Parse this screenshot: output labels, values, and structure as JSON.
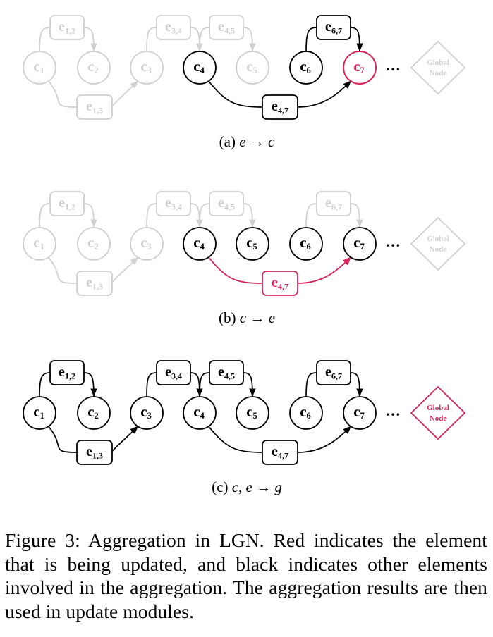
{
  "colors": {
    "active": "#000000",
    "inactive": "#d0d0d0",
    "highlight": "#d6245a"
  },
  "global_node": {
    "line1": "Global",
    "line2": "Node"
  },
  "ellipsis": "···",
  "panels": [
    {
      "label": "(a)",
      "math": "e → c",
      "nodes": [
        {
          "id": "c1",
          "base": "c",
          "sub": "1",
          "state": "inactive"
        },
        {
          "id": "c2",
          "base": "c",
          "sub": "2",
          "state": "inactive"
        },
        {
          "id": "c3",
          "base": "c",
          "sub": "3",
          "state": "inactive"
        },
        {
          "id": "c4",
          "base": "c",
          "sub": "4",
          "state": "active"
        },
        {
          "id": "c5",
          "base": "c",
          "sub": "5",
          "state": "inactive"
        },
        {
          "id": "c6",
          "base": "c",
          "sub": "6",
          "state": "active"
        },
        {
          "id": "c7",
          "base": "c",
          "sub": "7",
          "state": "highlight"
        }
      ],
      "edges": [
        {
          "id": "e12",
          "base": "e",
          "sub": "1,2",
          "state": "inactive"
        },
        {
          "id": "e34",
          "base": "e",
          "sub": "3,4",
          "state": "inactive"
        },
        {
          "id": "e45",
          "base": "e",
          "sub": "4,5",
          "state": "inactive"
        },
        {
          "id": "e67",
          "base": "e",
          "sub": "6,7",
          "state": "active"
        },
        {
          "id": "e13",
          "base": "e",
          "sub": "1,3",
          "state": "inactive"
        },
        {
          "id": "e47",
          "base": "e",
          "sub": "4,7",
          "state": "active"
        }
      ],
      "global_state": "inactive"
    },
    {
      "label": "(b)",
      "math": "c → e",
      "nodes": [
        {
          "id": "c1",
          "base": "c",
          "sub": "1",
          "state": "inactive"
        },
        {
          "id": "c2",
          "base": "c",
          "sub": "2",
          "state": "inactive"
        },
        {
          "id": "c3",
          "base": "c",
          "sub": "3",
          "state": "inactive"
        },
        {
          "id": "c4",
          "base": "c",
          "sub": "4",
          "state": "active"
        },
        {
          "id": "c5",
          "base": "c",
          "sub": "5",
          "state": "active"
        },
        {
          "id": "c6",
          "base": "c",
          "sub": "6",
          "state": "active"
        },
        {
          "id": "c7",
          "base": "c",
          "sub": "7",
          "state": "active"
        }
      ],
      "edges": [
        {
          "id": "e12",
          "base": "e",
          "sub": "1,2",
          "state": "inactive"
        },
        {
          "id": "e34",
          "base": "e",
          "sub": "3,4",
          "state": "inactive"
        },
        {
          "id": "e45",
          "base": "e",
          "sub": "4,5",
          "state": "inactive"
        },
        {
          "id": "e67",
          "base": "e",
          "sub": "6,7",
          "state": "inactive"
        },
        {
          "id": "e13",
          "base": "e",
          "sub": "1,3",
          "state": "inactive"
        },
        {
          "id": "e47",
          "base": "e",
          "sub": "4,7",
          "state": "highlight"
        }
      ],
      "global_state": "inactive"
    },
    {
      "label": "(c)",
      "math": "c, e → g",
      "nodes": [
        {
          "id": "c1",
          "base": "c",
          "sub": "1",
          "state": "active"
        },
        {
          "id": "c2",
          "base": "c",
          "sub": "2",
          "state": "active"
        },
        {
          "id": "c3",
          "base": "c",
          "sub": "3",
          "state": "active"
        },
        {
          "id": "c4",
          "base": "c",
          "sub": "4",
          "state": "active"
        },
        {
          "id": "c5",
          "base": "c",
          "sub": "5",
          "state": "active"
        },
        {
          "id": "c6",
          "base": "c",
          "sub": "6",
          "state": "active"
        },
        {
          "id": "c7",
          "base": "c",
          "sub": "7",
          "state": "active"
        }
      ],
      "edges": [
        {
          "id": "e12",
          "base": "e",
          "sub": "1,2",
          "state": "active"
        },
        {
          "id": "e34",
          "base": "e",
          "sub": "3,4",
          "state": "active"
        },
        {
          "id": "e45",
          "base": "e",
          "sub": "4,5",
          "state": "active"
        },
        {
          "id": "e67",
          "base": "e",
          "sub": "6,7",
          "state": "active"
        },
        {
          "id": "e13",
          "base": "e",
          "sub": "1,3",
          "state": "active"
        },
        {
          "id": "e47",
          "base": "e",
          "sub": "4,7",
          "state": "active"
        }
      ],
      "global_state": "highlight"
    }
  ],
  "figure_caption": "Figure 3:  Aggregation in LGN. Red indicates the element that is being updated, and black indicates other elements involved in the aggregation. The aggregation results are then used in update modules."
}
